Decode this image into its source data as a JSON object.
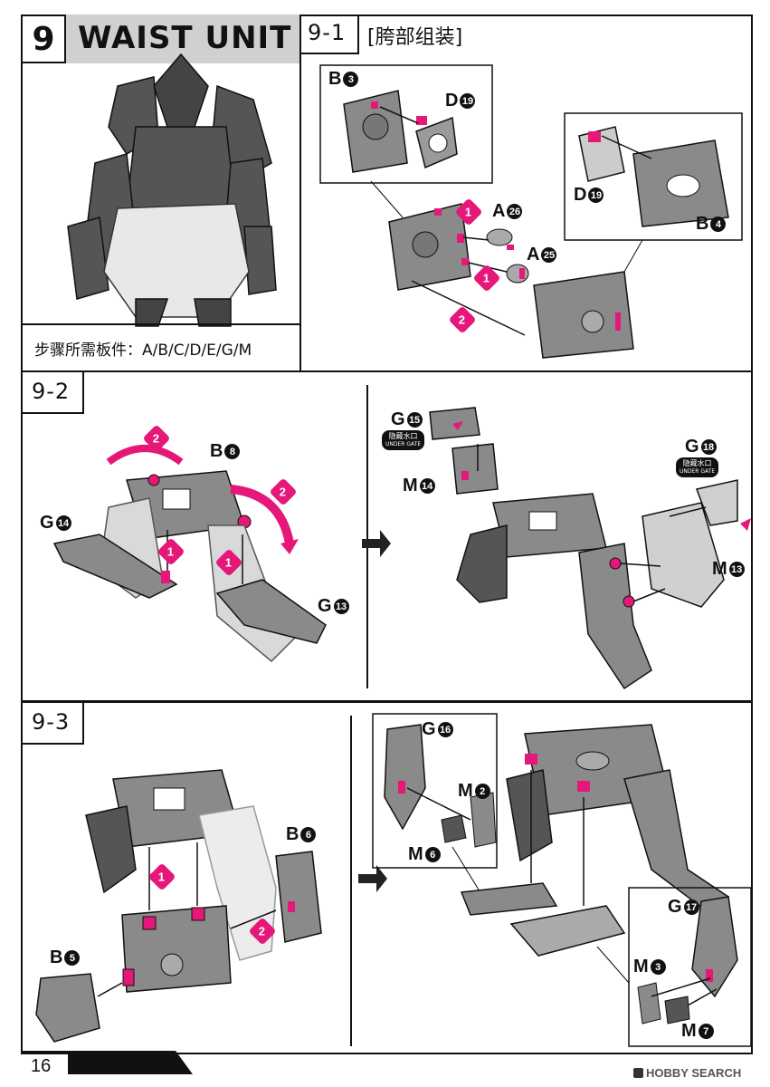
{
  "step": {
    "number": "9",
    "title": "WAIST UNIT",
    "required_runners": "步骤所需板件：A/B/C/D/E/G/M"
  },
  "sub_9_1": {
    "label": "9-1",
    "title": "[胯部组装]",
    "parts": {
      "b3": {
        "letter": "B",
        "num": "3"
      },
      "d19_top": {
        "letter": "D",
        "num": "19"
      },
      "d19_inset": {
        "letter": "D",
        "num": "19"
      },
      "b4": {
        "letter": "B",
        "num": "4"
      },
      "a26": {
        "letter": "A",
        "num": "26"
      },
      "a25": {
        "letter": "A",
        "num": "25"
      }
    },
    "badges": [
      "1",
      "1",
      "2"
    ]
  },
  "sub_9_2": {
    "label": "9-2",
    "parts": {
      "b8": {
        "letter": "B",
        "num": "8"
      },
      "g14": {
        "letter": "G",
        "num": "14"
      },
      "g13": {
        "letter": "G",
        "num": "13"
      },
      "g15": {
        "letter": "G",
        "num": "15"
      },
      "m14": {
        "letter": "M",
        "num": "14"
      },
      "g18": {
        "letter": "G",
        "num": "18"
      },
      "m13": {
        "letter": "M",
        "num": "13"
      }
    },
    "gate_tag": {
      "line1": "隐藏水口",
      "line2": "UNDER GATE"
    },
    "badges": [
      "2",
      "2",
      "1",
      "1"
    ]
  },
  "sub_9_3": {
    "label": "9-3",
    "parts": {
      "b6": {
        "letter": "B",
        "num": "6"
      },
      "b5": {
        "letter": "B",
        "num": "5"
      },
      "g16": {
        "letter": "G",
        "num": "16"
      },
      "m2": {
        "letter": "M",
        "num": "2"
      },
      "m6": {
        "letter": "M",
        "num": "6"
      },
      "g17": {
        "letter": "G",
        "num": "17"
      },
      "m3": {
        "letter": "M",
        "num": "3"
      },
      "m7": {
        "letter": "M",
        "num": "7"
      }
    },
    "badges": [
      "1",
      "2"
    ]
  },
  "footer": {
    "page_number": "16",
    "watermark": "HOBBY SEARCH"
  },
  "colors": {
    "accent": "#e5187a",
    "part_gray": "#8a8a8a",
    "dark_gray": "#3a3a3a",
    "light_gray": "#d9d9d9"
  }
}
